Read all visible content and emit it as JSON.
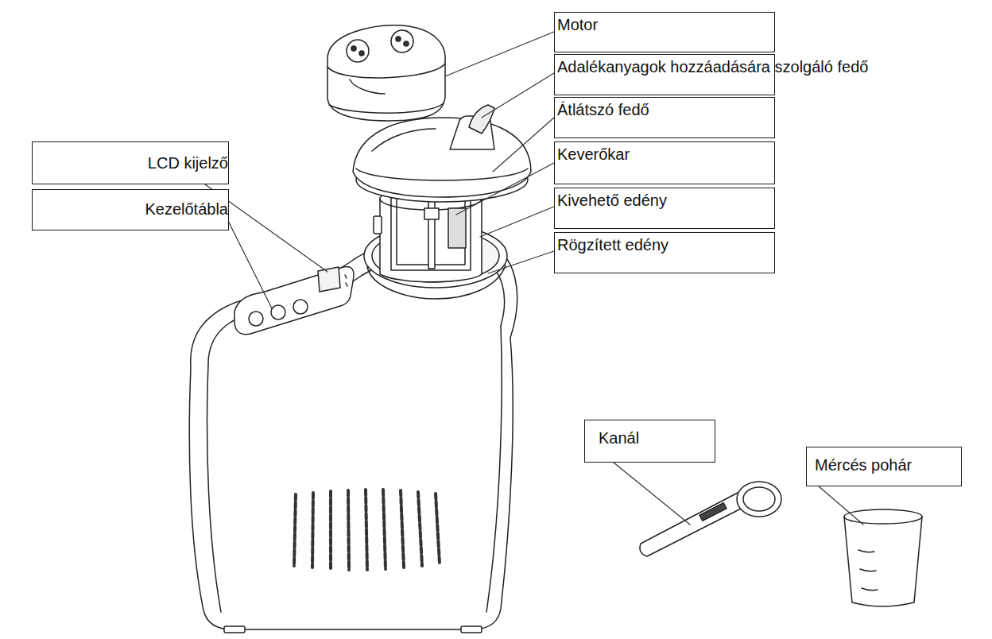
{
  "diagram": {
    "nodes": [
      {
        "text": [
          "Motor"
        ]
      },
      {
        "text": [
          "Adalékanyagok hozzáadására szolgáló fedő"
        ]
      },
      {
        "text": [
          "Átlátszó fedő"
        ]
      },
      {
        "text": [
          "LCD kijelző"
        ]
      },
      {
        "text": [
          "Keverőkar"
        ]
      },
      {
        "text": [
          "Kezelőtábla"
        ]
      },
      {
        "text": [
          "Kivehető edény"
        ]
      },
      {
        "text": [
          "Rögzített edény"
        ]
      },
      {
        "text": [
          "Kanál"
        ]
      },
      {
        "text": [
          "Mércés pohár"
        ]
      }
    ]
  }
}
